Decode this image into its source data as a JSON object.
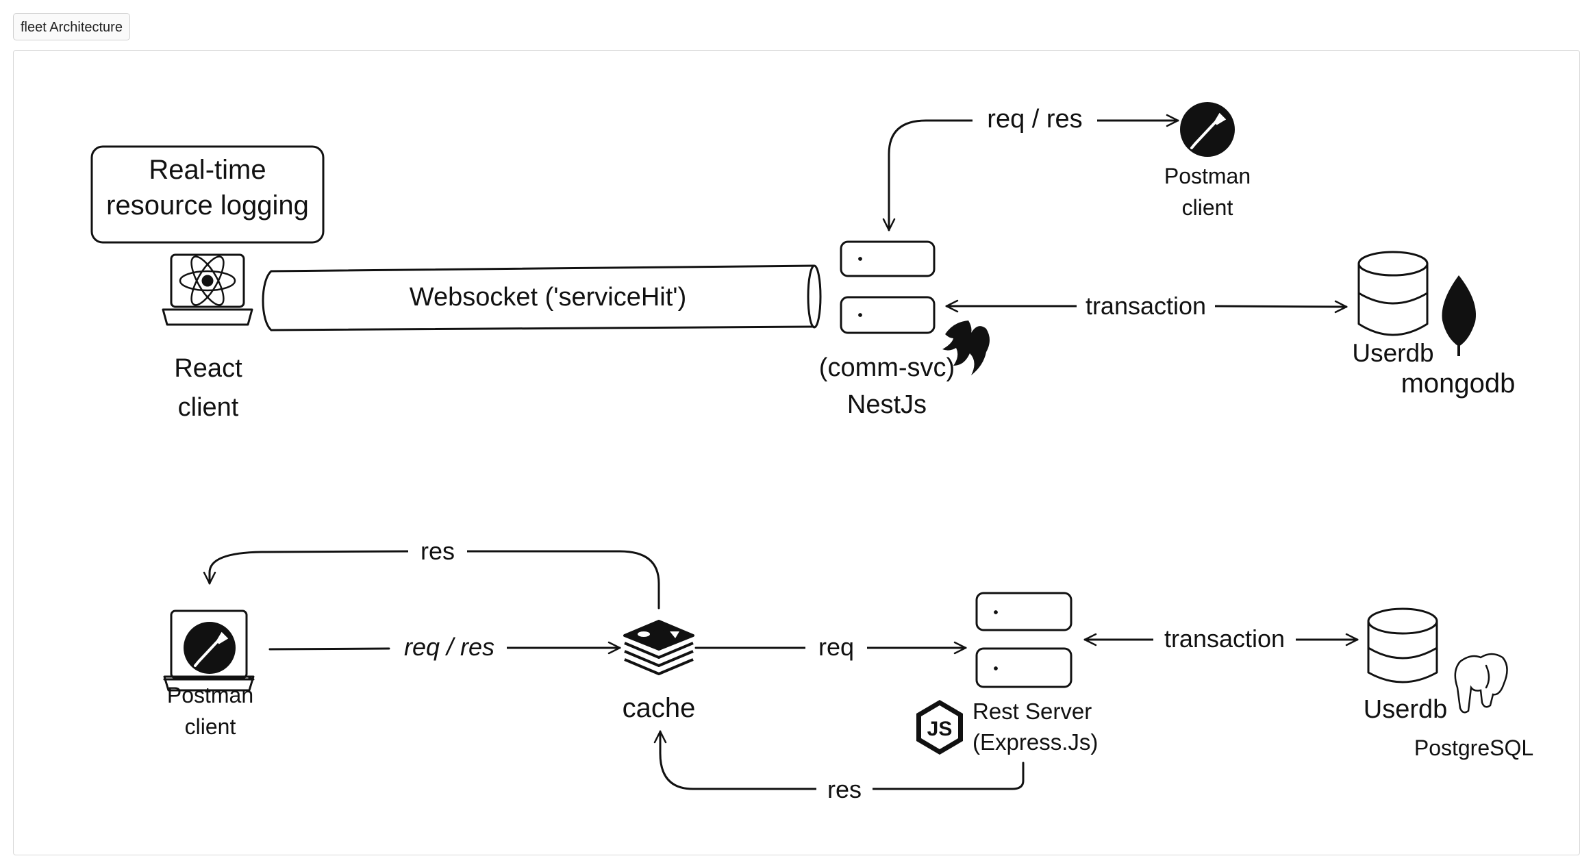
{
  "tab": {
    "label": "fleet Architecture"
  },
  "diagram": {
    "top": {
      "note_line1": "Real-time",
      "note_line2": "resource logging",
      "websocket_label": "Websocket ('serviceHit')",
      "react_client_line1": "React",
      "react_client_line2": "client",
      "req_res_label": "req / res",
      "postman_line1": "Postman",
      "postman_line2": "client",
      "transaction_label": "transaction",
      "service_line1": "(comm-svc)",
      "service_line2": "NestJs",
      "db_label": "Userdb",
      "db_engine_label": "mongodb"
    },
    "bottom": {
      "res_top_label": "res",
      "req_res_label": "req / res",
      "req_label": "req",
      "transaction_label": "transaction",
      "res_bottom_label": "res",
      "postman_line1": "Postman",
      "postman_line2": "client",
      "cache_label": "cache",
      "server_line1": "Rest Server",
      "server_line2": "(Express.Js)",
      "db_label": "Userdb",
      "db_engine_label": "PostgreSQL"
    }
  },
  "icons": {
    "react_laptop": "react-laptop-icon",
    "postman_top": "postman-icon",
    "postman_laptop": "postman-laptop-icon",
    "nest": "nestjs-icon",
    "mongo": "mongodb-leaf-icon",
    "redis": "redis-stack-icon",
    "node": "nodejs-icon",
    "postgres": "postgresql-elephant-icon",
    "db_top": "database-cylinder-icon",
    "db_bottom": "database-cylinder-icon"
  },
  "colors": {
    "stroke": "#111111",
    "frame": "#d8d8d8"
  }
}
